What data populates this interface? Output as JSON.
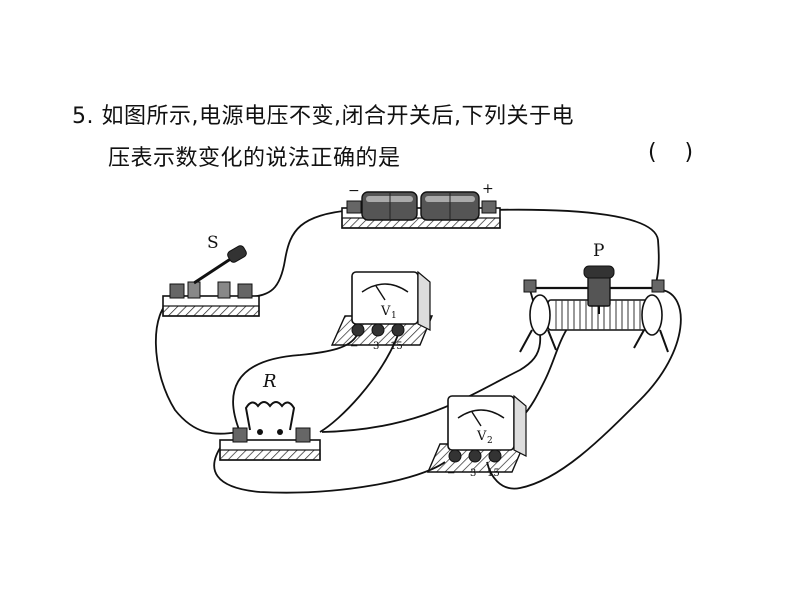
{
  "question": {
    "number": "5.",
    "line1": "如图所示,电源电压不变,闭合开关后,下列关于电",
    "line2": "压表示数变化的说法正确的是",
    "answer_paren": "(    )"
  },
  "labels": {
    "battery_minus": "−",
    "battery_plus": "+",
    "switch": "S",
    "slider": "P",
    "resistor": "R",
    "v1_main": "V",
    "v1_sub": "1",
    "v2_main": "V",
    "v2_sub": "2",
    "term_minus": "−",
    "term_3": "3",
    "term_15": "15"
  }
}
